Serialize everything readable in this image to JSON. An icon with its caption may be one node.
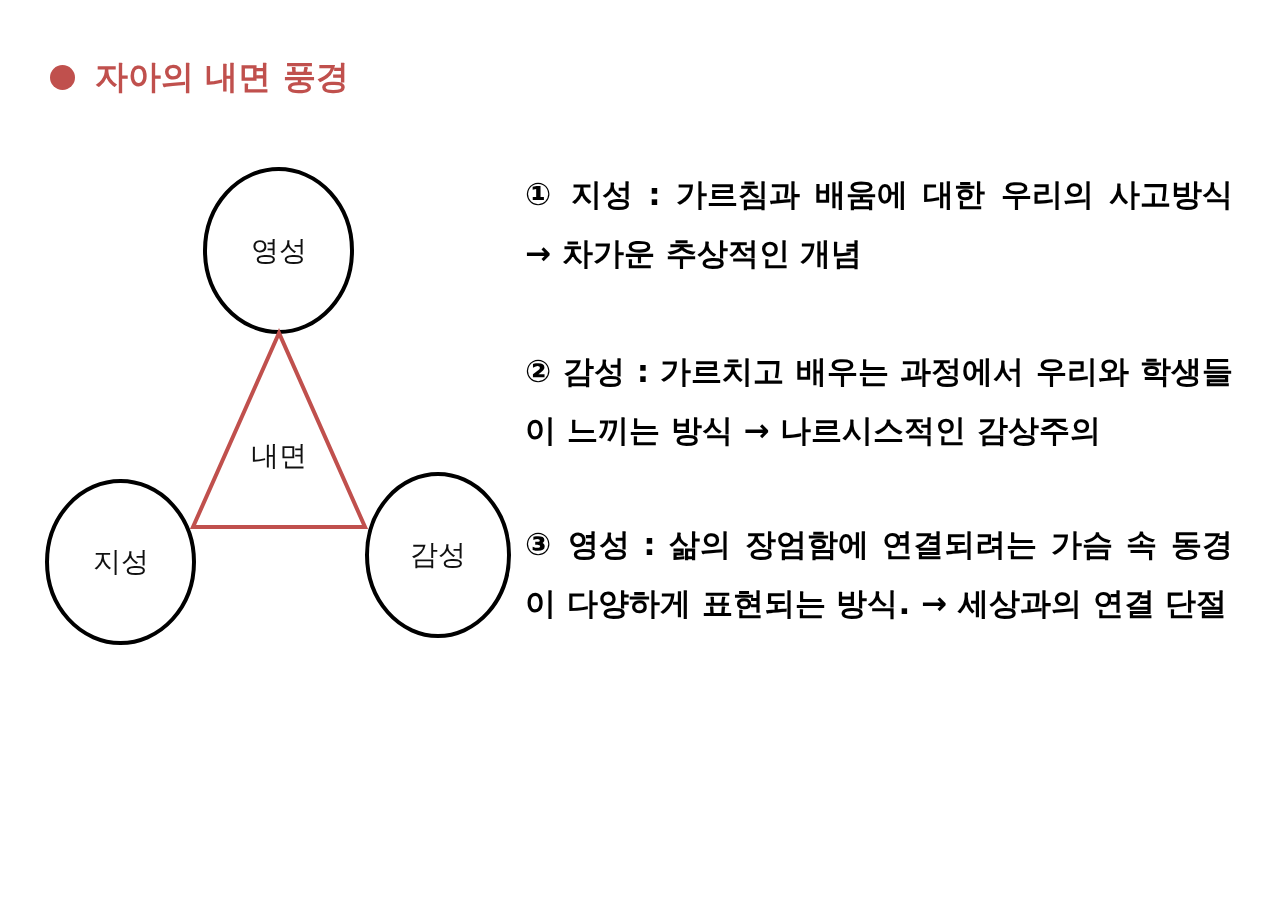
{
  "diagram": {
    "title": "자아의 내면 풍경",
    "nodes": [
      {
        "text": [
          "영성"
        ]
      },
      {
        "text": [
          "내면"
        ]
      },
      {
        "text": [
          "지성"
        ]
      },
      {
        "text": [
          "감성"
        ]
      }
    ],
    "labels": [
      "① 지성 : 가르침과 배움에 대한 우리의 사고방식 → 차가운 추상적인 개념",
      "② 감성 : 가르치고 배우는 과정에서 우리와 학생들이 느끼는 방식 → 나르시스적인 감상주의",
      "③ 영성 : 삶의 장엄함에 연결되려는 가슴 속 동경이 다양하게 표현되는 방식. → 세상과의 연결 단절"
    ]
  }
}
